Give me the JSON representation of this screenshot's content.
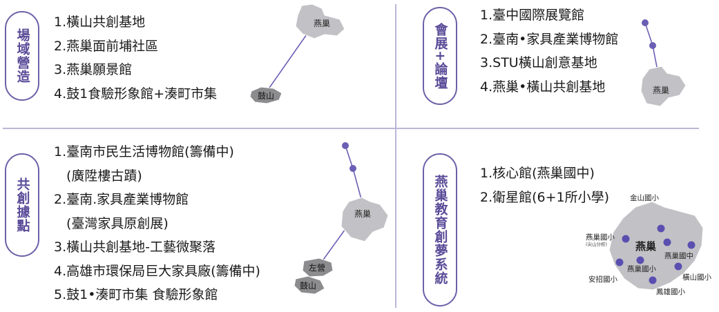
{
  "sections": {
    "venue": {
      "title": "場域營造",
      "items": [
        "1.橫山共創基地",
        "2.燕巢面前埔社區",
        "3.燕巢願景館",
        "4.鼓1食驗形象館+湊町市集"
      ]
    },
    "expo": {
      "title": "會展+論壇",
      "items": [
        "1.臺中國際展覽館",
        "2.臺南•家具產業博物館",
        "3.STU橫山創意基地",
        "4.燕巢•橫山共創基地"
      ]
    },
    "cocreation": {
      "title": "共創據點",
      "items": [
        "1.臺南市民生活博物館(籌備中)",
        "(廣陞樓古蹟)",
        "2.臺南.家具產業博物館",
        "(臺灣家具原創展)",
        "3.橫山共創基地-工藝微聚落",
        "4.高雄市環保局巨大家具廠(籌備中)",
        "5.鼓1•湊町市集 食驗形象館"
      ]
    },
    "education": {
      "title": "燕巢教育創夢系統",
      "items": [
        "1.核心館(燕巢國中)",
        "2.衛星館(6+1所小學)"
      ]
    }
  },
  "maps": {
    "venue_map": {
      "region_top": "燕巢",
      "region_bottom": "鼓山"
    },
    "expo_map": {
      "region": "燕巢"
    },
    "cocreation_map": {
      "region_main": "燕巢",
      "region_zuoying": "左營",
      "region_gushan": "鼓山"
    },
    "education_map": {
      "region": "燕巢",
      "schools": {
        "jinshan": "金山國小",
        "yanchao": "燕巢國小",
        "yanchao_branch": "(尖山分校)",
        "yanchao_junior": "燕巢國中",
        "yanchao_elem_center": "燕巢國小",
        "anzhao": "安招國小",
        "hengshan": "橫山國小",
        "fengxiong": "鳳雄國小"
      }
    }
  },
  "colors": {
    "accent": "#5a4b98",
    "dot": "#6a5fb5",
    "map_fill": "#c2c2c6",
    "divider": "#b9b6d6"
  }
}
